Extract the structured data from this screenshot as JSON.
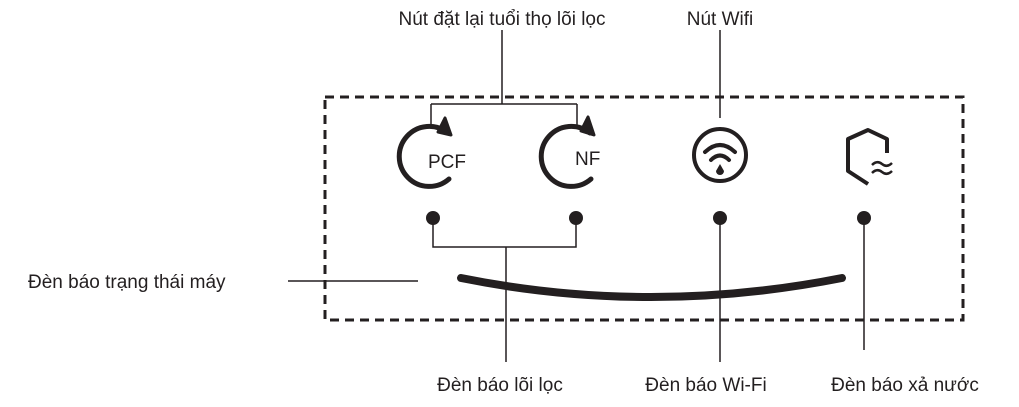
{
  "labels": {
    "reset_button": "Nút đặt lại tuổi thọ lõi lọc",
    "wifi_button": "Nút Wifi",
    "status_light": "Đèn báo trạng thái máy",
    "filter_light": "Đèn báo lõi lọc",
    "wifi_light": "Đèn báo Wi-Fi",
    "drain_light": "Đèn báo xả nước"
  },
  "icons": {
    "pcf": {
      "text": "PCF",
      "icon": "reset-arrow-icon"
    },
    "nf": {
      "text": "NF",
      "icon": "reset-arrow-icon"
    },
    "wifi": {
      "icon": "wifi-icon"
    },
    "drain": {
      "icon": "shield-water-icon"
    }
  },
  "colors": {
    "ink": "#231f20"
  }
}
